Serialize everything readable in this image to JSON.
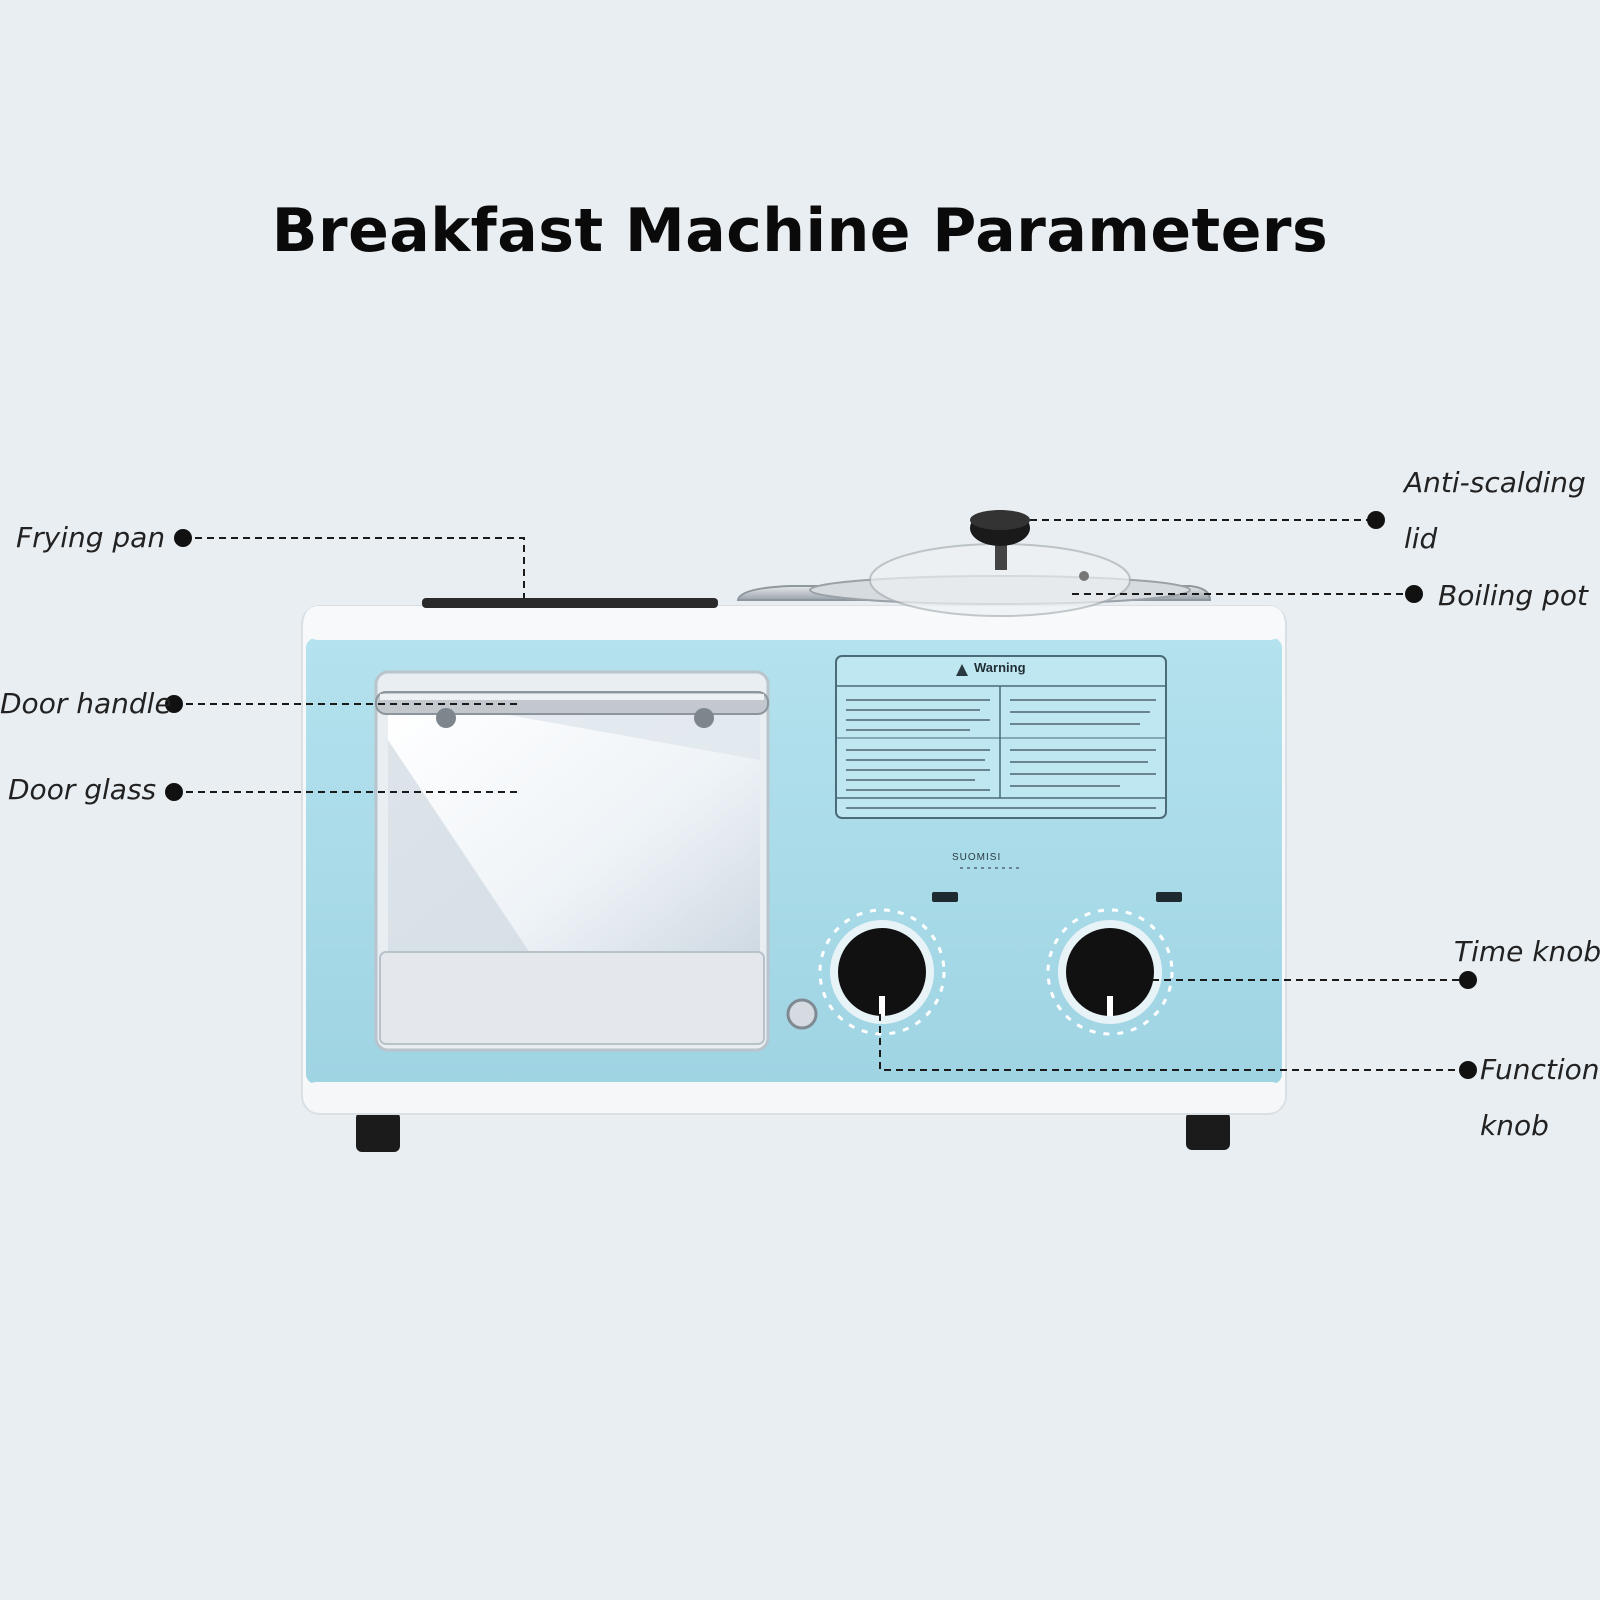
{
  "title": "Breakfast Machine Parameters",
  "labels": {
    "frying_pan": "Frying pan",
    "door_handle": "Door handle",
    "door_glass": "Door glass",
    "anti_scalding_lid_line1": "Anti-scalding",
    "anti_scalding_lid_line2": "lid",
    "boiling_pot": "Boiling pot",
    "time_knob": "Time knob",
    "function_knob_line1": "Function",
    "function_knob_line2": "knob"
  },
  "panel": {
    "warning_title": "Warning",
    "brand": "SUOMISI"
  },
  "colors": {
    "body": "#a9dbe8",
    "trim": "#f4f6f7",
    "knob": "#111111",
    "leader_line": "#1a1a1a"
  }
}
